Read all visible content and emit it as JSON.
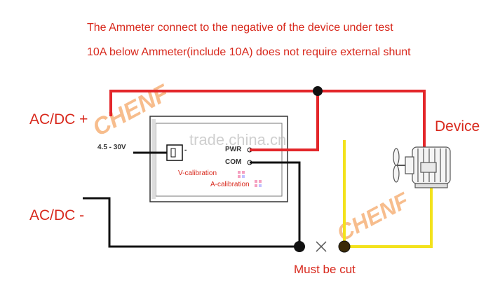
{
  "header": {
    "line1": "The Ammeter connect to the negative of the device under test",
    "line2": "10A below Ammeter(include 10A) does not require external shunt"
  },
  "labels": {
    "ac_dc_plus": "AC/DC +",
    "ac_dc_minus": "AC/DC -",
    "device": "Device",
    "must_be_cut": "Must be cut",
    "v_calibration": "V-calibration",
    "a_calibration": "A-calibration",
    "voltage_range": "4.5 - 30V",
    "pin_minus": "-",
    "pin_pwr": "PWR",
    "pin_com": "COM"
  },
  "watermarks": {
    "brand": "CHENF",
    "site": "trade.china.cn"
  },
  "colors": {
    "text_red": "#d8281c",
    "wire_red": "#e3262a",
    "wire_yellow": "#f3e21c",
    "wire_black": "#111111",
    "watermark_orange": "#f5a868"
  }
}
